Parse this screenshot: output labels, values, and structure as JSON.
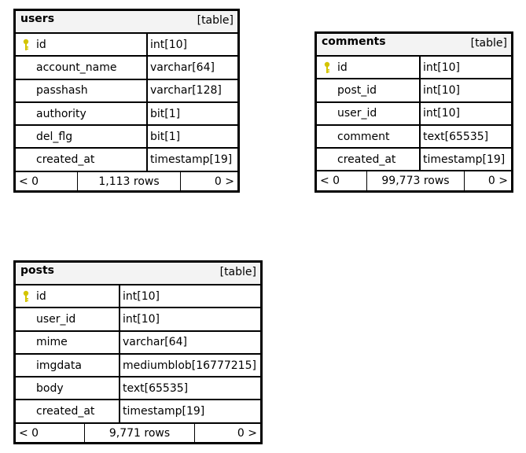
{
  "tables": {
    "users": {
      "name": "users",
      "tag": "[table]",
      "columns": [
        {
          "name": "id",
          "type": "int[10]",
          "primary_key": true
        },
        {
          "name": "account_name",
          "type": "varchar[64]",
          "primary_key": false
        },
        {
          "name": "passhash",
          "type": "varchar[128]",
          "primary_key": false
        },
        {
          "name": "authority",
          "type": "bit[1]",
          "primary_key": false
        },
        {
          "name": "del_flg",
          "type": "bit[1]",
          "primary_key": false
        },
        {
          "name": "created_at",
          "type": "timestamp[19]",
          "primary_key": false
        }
      ],
      "footer": {
        "prev": "< 0",
        "rows": "1,113 rows",
        "next": "0 >"
      }
    },
    "comments": {
      "name": "comments",
      "tag": "[table]",
      "columns": [
        {
          "name": "id",
          "type": "int[10]",
          "primary_key": true
        },
        {
          "name": "post_id",
          "type": "int[10]",
          "primary_key": false
        },
        {
          "name": "user_id",
          "type": "int[10]",
          "primary_key": false
        },
        {
          "name": "comment",
          "type": "text[65535]",
          "primary_key": false
        },
        {
          "name": "created_at",
          "type": "timestamp[19]",
          "primary_key": false
        }
      ],
      "footer": {
        "prev": "< 0",
        "rows": "99,773 rows",
        "next": "0 >"
      }
    },
    "posts": {
      "name": "posts",
      "tag": "[table]",
      "columns": [
        {
          "name": "id",
          "type": "int[10]",
          "primary_key": true
        },
        {
          "name": "user_id",
          "type": "int[10]",
          "primary_key": false
        },
        {
          "name": "mime",
          "type": "varchar[64]",
          "primary_key": false
        },
        {
          "name": "imgdata",
          "type": "mediumblob[16777215]",
          "primary_key": false
        },
        {
          "name": "body",
          "type": "text[65535]",
          "primary_key": false
        },
        {
          "name": "created_at",
          "type": "timestamp[19]",
          "primary_key": false
        }
      ],
      "footer": {
        "prev": "< 0",
        "rows": "9,771 rows",
        "next": "0 >"
      }
    }
  },
  "key_icon": "key-icon",
  "colors": {
    "header_bg": "#f3f3f3",
    "border": "#000000",
    "key": "#d4c400"
  }
}
